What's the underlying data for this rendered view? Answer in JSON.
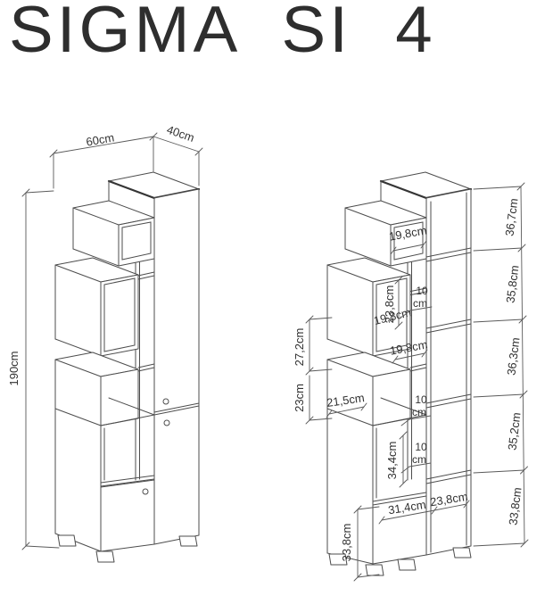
{
  "title": "SIGMA SI 4",
  "left_figure": {
    "width_label": "60cm",
    "depth_label": "40cm",
    "height_label": "190cm"
  },
  "right_figure": {
    "side_sections": [
      "36,7cm",
      "35,8cm",
      "36,3cm",
      "35,2cm",
      "33,8cm"
    ],
    "upper_left_height": "27,2cm",
    "mid_left_height": "23cm",
    "bottom_left_height": "33,8cm",
    "top_compartment_width": "19,8cm",
    "box3_inner_height": "23,8cm",
    "box3_inner_width": "19,8cm",
    "mid_compartment_width": "19,8cm",
    "small_shelf_width": "21,5cm",
    "lower_compartment_height": "34,4cm",
    "bottom_compartment_width": "31,4cm",
    "column_inner_width": "23,8cm",
    "gap_value": "10",
    "gap_unit": "cm"
  }
}
